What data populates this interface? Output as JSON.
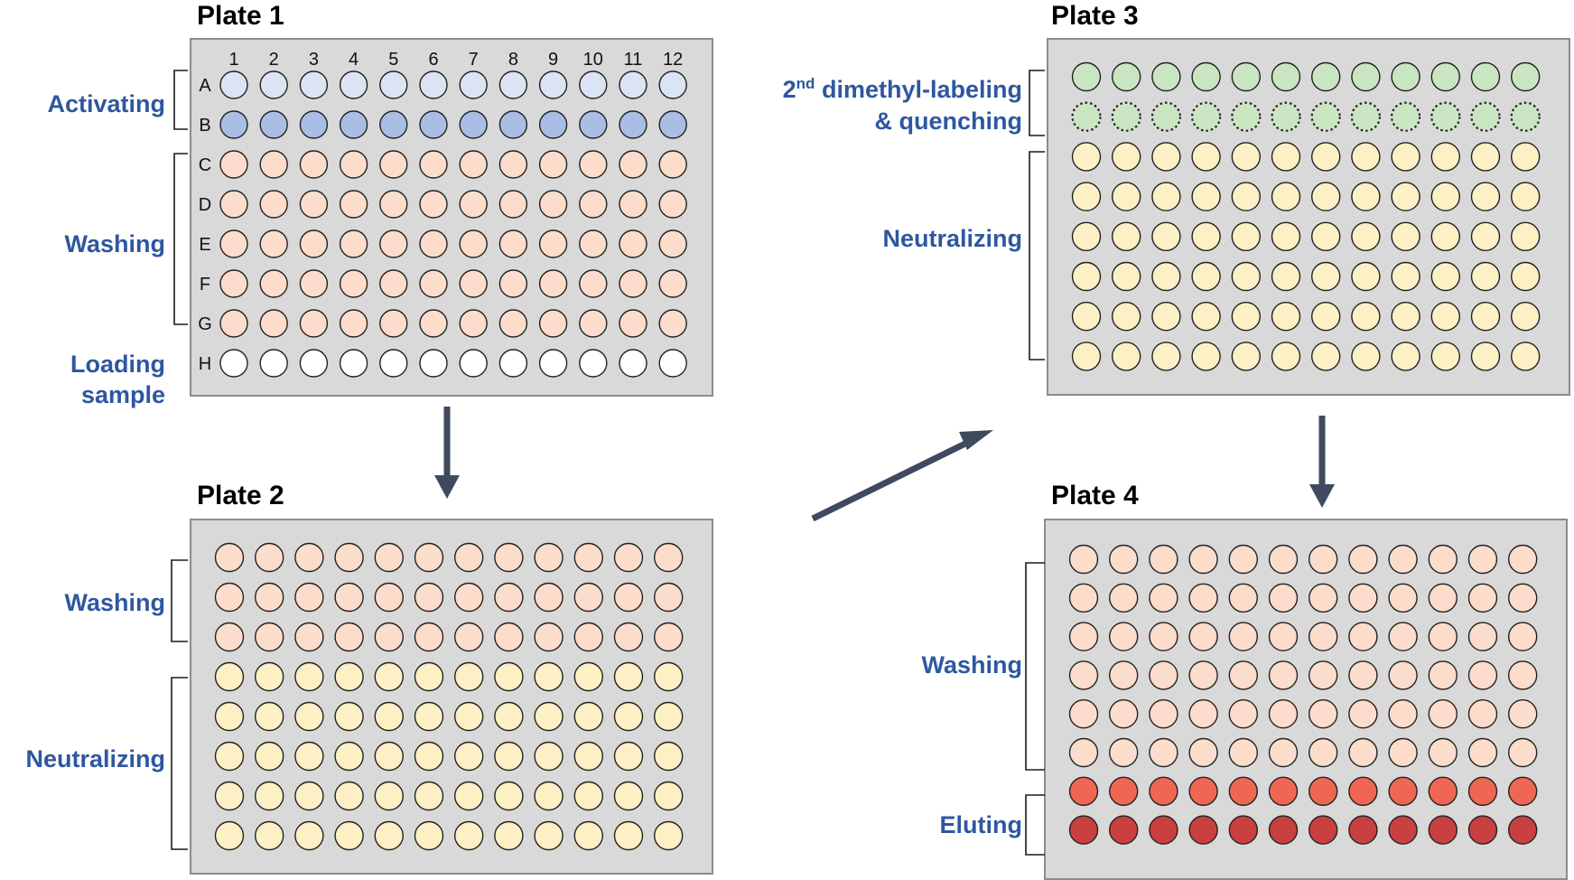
{
  "colors": {
    "activating_light": "#dbe4f5",
    "activating_dark": "#a9bde5",
    "washing": "#fcdcca",
    "loading": "#ffffff",
    "neutralizing": "#fdf0c5",
    "dimethyl": "#c9e5c1",
    "dimethyl_border": "#e03020",
    "eluting_light": "#ef6652",
    "eluting_dark": "#c94040",
    "label_blue": "#2e57a0",
    "arrow": "#3e4a5e",
    "plate_bg": "#d9d9d9"
  },
  "plates": [
    {
      "title": "Plate 1",
      "column_numbers": [
        "1",
        "2",
        "3",
        "4",
        "5",
        "6",
        "7",
        "8",
        "9",
        "10",
        "11",
        "12"
      ],
      "row_letters": [
        "A",
        "B",
        "C",
        "D",
        "E",
        "F",
        "G",
        "H"
      ],
      "row_fills": [
        "activating_light",
        "activating_dark",
        "washing",
        "washing",
        "washing",
        "washing",
        "washing",
        "loading"
      ],
      "steps": [
        {
          "label_lines": [
            "Activating"
          ]
        },
        {
          "label_lines": [
            "Washing"
          ]
        },
        {
          "label_lines": [
            "Loading",
            "sample"
          ]
        }
      ]
    },
    {
      "title": "Plate 2",
      "row_fills": [
        "washing",
        "washing",
        "washing",
        "neutralizing",
        "neutralizing",
        "neutralizing",
        "neutralizing",
        "neutralizing"
      ],
      "steps": [
        {
          "label_lines": [
            "Washing"
          ]
        },
        {
          "label_lines": [
            "Neutralizing"
          ]
        }
      ]
    },
    {
      "title": "Plate 3",
      "row_fills": [
        "dimethyl",
        "dimethyl_dotted",
        "neutralizing",
        "neutralizing",
        "neutralizing",
        "neutralizing",
        "neutralizing",
        "neutralizing"
      ],
      "steps": [
        {
          "label_lines": [
            "dimethyl-labeling",
            "& quenching"
          ],
          "prefix": "2",
          "prefix_sup": "nd"
        },
        {
          "label_lines": [
            "Neutralizing"
          ]
        }
      ]
    },
    {
      "title": "Plate 4",
      "row_fills": [
        "washing",
        "washing",
        "washing",
        "washing",
        "washing",
        "washing",
        "eluting_light",
        "eluting_dark"
      ],
      "steps": [
        {
          "label_lines": [
            "Washing"
          ]
        },
        {
          "label_lines": [
            "Eluting"
          ]
        }
      ]
    }
  ],
  "flow_arrows": [
    {
      "from": "Plate 1",
      "to": "Plate 2",
      "direction": "down"
    },
    {
      "from": "Plate 2",
      "to": "Plate 3",
      "direction": "up-right"
    },
    {
      "from": "Plate 3",
      "to": "Plate 4",
      "direction": "down"
    }
  ]
}
